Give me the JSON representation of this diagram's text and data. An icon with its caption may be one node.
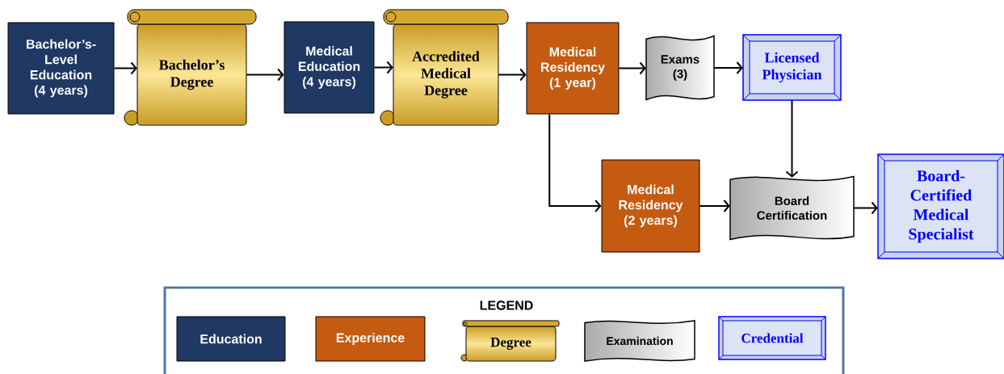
{
  "diagram": {
    "nodes": [
      {
        "text": [
          "Bachelor’s-Level Education (4 years)"
        ]
      },
      {
        "text": [
          "Bachelor’s Degree"
        ]
      },
      {
        "text": [
          "Medical Education (4 years)"
        ]
      },
      {
        "text": [
          "Accredited Medical Degree"
        ]
      },
      {
        "text": [
          "Medical Residency (1 year)"
        ]
      },
      {
        "text": [
          "Exams (3)"
        ]
      },
      {
        "text": [
          "Licensed Physician"
        ]
      },
      {
        "text": [
          "Medical Residency (2 years)"
        ]
      },
      {
        "text": [
          "Board Certification"
        ]
      },
      {
        "text": [
          "Board-Certified Medical Specialist"
        ]
      }
    ],
    "edges": [
      {
        "from": 0,
        "to": 1,
        "arrow": "to"
      },
      {
        "from": 1,
        "to": 2,
        "arrow": "to"
      },
      {
        "from": 2,
        "to": 3,
        "arrow": "to"
      },
      {
        "from": 3,
        "to": 4,
        "arrow": "to"
      },
      {
        "from": 4,
        "to": 5,
        "arrow": "to"
      },
      {
        "from": 5,
        "to": 6,
        "arrow": "to"
      },
      {
        "from": 4,
        "to": 7,
        "arrow": "to"
      },
      {
        "from": 7,
        "to": 8,
        "arrow": "to"
      },
      {
        "from": 6,
        "to": 8,
        "arrow": "to"
      },
      {
        "from": 8,
        "to": 9,
        "arrow": "to"
      }
    ],
    "labels": [
      "LEGEND"
    ],
    "legend": [
      {
        "text": "Education",
        "color": "#1f3864"
      },
      {
        "text": "Experience",
        "color": "#c55a11"
      },
      {
        "text": "Degree"
      },
      {
        "text": "Examination"
      },
      {
        "text": "Credential"
      }
    ]
  }
}
